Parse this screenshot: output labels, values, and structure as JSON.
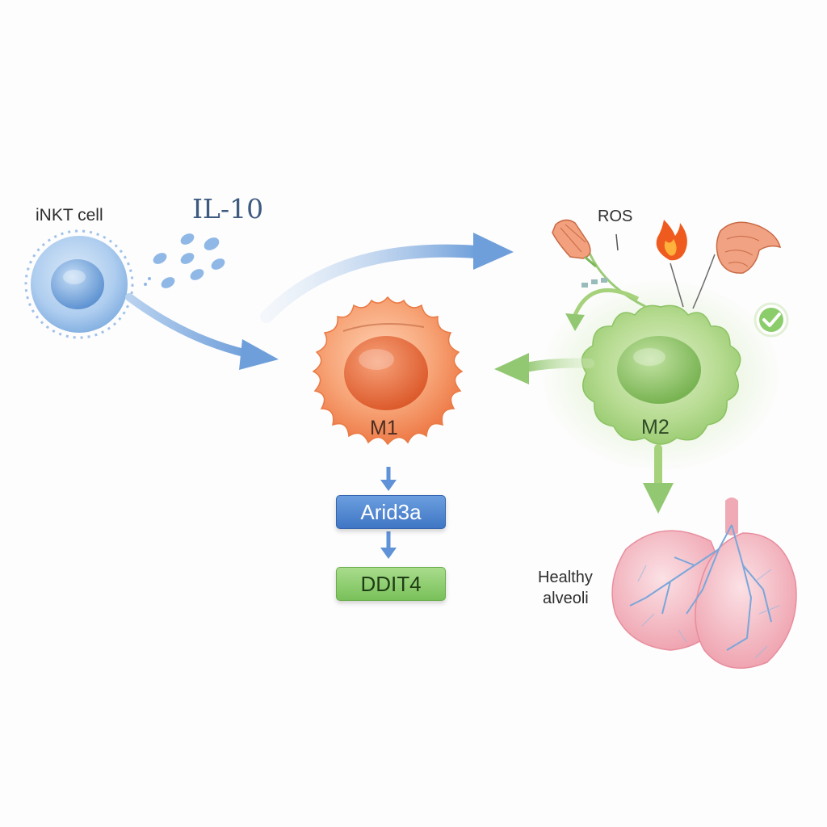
{
  "labels": {
    "inkt_cell": "iNKT cell",
    "il10": "IL-10",
    "ros": "ROS",
    "m1": "M1",
    "m2": "M2",
    "arid3a": "Arid3a",
    "ddit4": "DDIT4",
    "healthy_alveoli_line1": "Healthy",
    "healthy_alveoli_line2": "alveoli"
  },
  "colors": {
    "inkt_blue": "#8db7e6",
    "arrow_blue": "#6f9fda",
    "m1_orange": "#f28a5a",
    "m2_green": "#a6d27c",
    "arid3a_box": "#4e86d3",
    "ddit4_box": "#8ccd6b",
    "lung_pink": "#f1aab6",
    "ros_flame": "#ef5a1e",
    "check_green": "#74c24f"
  },
  "icons": [
    "droplet-icon",
    "flame-icon",
    "tissue-fragment-icon",
    "checkmark-icon",
    "lung-icon"
  ]
}
